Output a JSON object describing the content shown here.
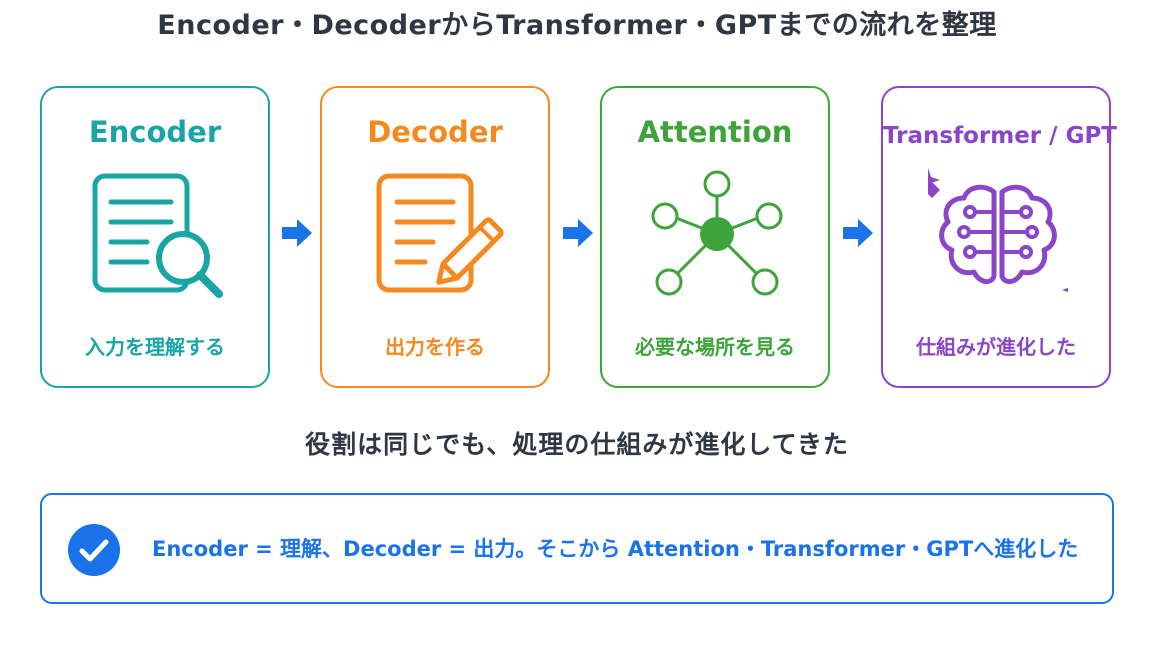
{
  "title": "Encoder・DecoderからTransformer・GPTまでの流れを整理",
  "colors": {
    "text": "#2f3742",
    "accent_blue": "#1a73e8"
  },
  "cards": [
    {
      "title": "Encoder",
      "caption": "入力を理解する",
      "icon": "document-magnifier-icon",
      "color": "#1aa5a5"
    },
    {
      "title": "Decoder",
      "caption": "出力を作る",
      "icon": "document-pencil-icon",
      "color": "#f5891f"
    },
    {
      "title": "Attention",
      "caption": "必要な場所を見る",
      "icon": "network-nodes-icon",
      "color": "#3ea33a"
    },
    {
      "title": "Transformer / GPT",
      "caption": "仕組みが進化した",
      "icon": "brain-circuit-icon",
      "color": "#8a45c9"
    }
  ],
  "arrows": [
    "arrow-right-icon",
    "arrow-right-icon",
    "arrow-right-icon"
  ],
  "subtitle": "役割は同じでも、処理の仕組みが進化してきた",
  "summary": {
    "icon": "check-circle-icon",
    "text": "Encoder = 理解、Decoder = 出力。そこから Attention・Transformer・GPTへ進化した"
  }
}
